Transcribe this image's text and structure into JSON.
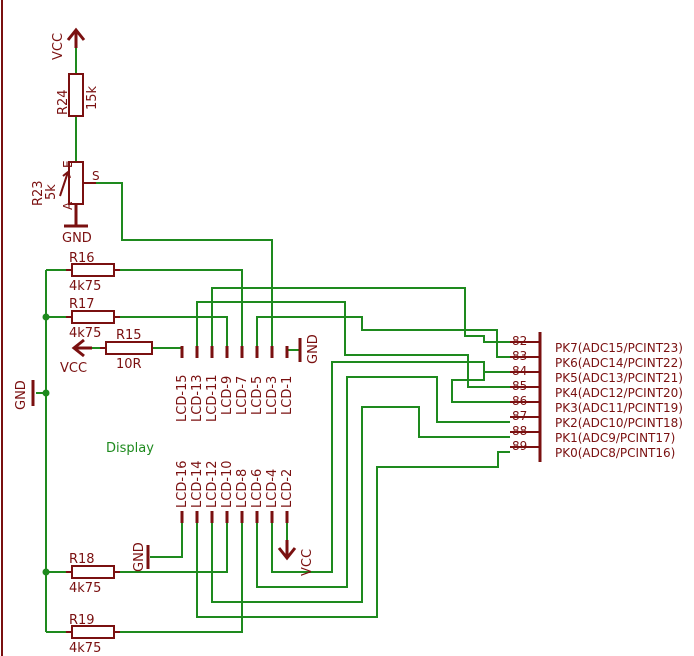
{
  "vcc_label": "VCC",
  "gnd_label": "GND",
  "resistors": {
    "r24": {
      "name": "R24",
      "value": "15k"
    },
    "r23": {
      "name": "R23",
      "value": "5k",
      "pin_e": "E",
      "pin_a": "A",
      "pin_s": "S"
    },
    "r16": {
      "name": "R16",
      "value": "4k75"
    },
    "r17": {
      "name": "R17",
      "value": "4k75"
    },
    "r15": {
      "name": "R15",
      "value": "10R"
    },
    "r18": {
      "name": "R18",
      "value": "4k75"
    },
    "r19": {
      "name": "R19",
      "value": "4k75"
    }
  },
  "display_label": "Display",
  "lcd_top": [
    "LCD-15",
    "LCD-13",
    "LCD-11",
    "LCD-9",
    "LCD-7",
    "LCD-5",
    "LCD-3",
    "LCD-1"
  ],
  "lcd_bottom": [
    "LCD-16",
    "LCD-14",
    "LCD-12",
    "LCD-10",
    "LCD-8",
    "LCD-6",
    "LCD-4",
    "LCD-2"
  ],
  "connector_pin_numbers": [
    "82",
    "83",
    "84",
    "85",
    "86",
    "87",
    "88",
    "89"
  ],
  "connector_pin_names": [
    "PK7(ADC15/PCINT23)",
    "PK6(ADC14/PCINT22)",
    "PK5(ADC13/PCINT21)",
    "PK4(ADC12/PCINT20)",
    "PK3(ADC11/PCINT19)",
    "PK2(ADC10/PCINT18)",
    "PK1(ADC9/PCINT17)",
    "PK0(ADC8/PCINT16)"
  ],
  "colors": {
    "wire": "#1e8a1e",
    "part": "#7a1010",
    "background": "#ffffff"
  }
}
